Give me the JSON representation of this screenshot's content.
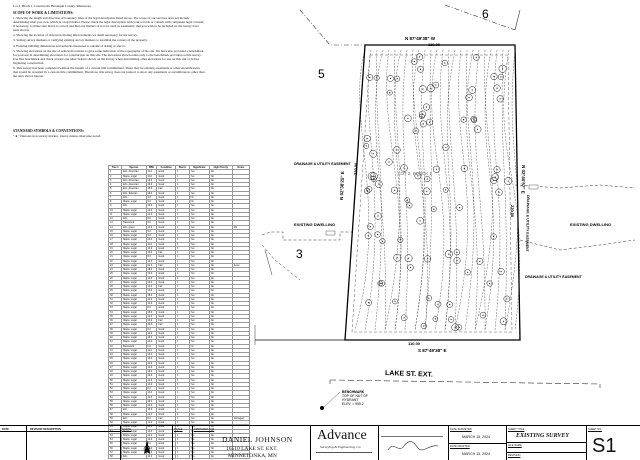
{
  "header": {
    "legal_line": "Lot 2, Block 1, Greenwold, Hennepin County, Minnesota."
  },
  "scope": {
    "title": "SCOPE OF WORK & LIMITATIONS:",
    "items": [
      "1.  Showing the length and direction of boundary lines of the legal description listed above. The scope of our services does not include determining what you own, which is a legal matter. Please check the legal description with your records or consult with competent legal counsel, if necessary, to make sure that it is correct and that any matters of record, such as easements, that you wish to be included on the survey have been shown.",
      "2.  Showing the location of observed existing improvements we deem necessary for the survey.",
      "3.  Setting survey markers or verifying existing survey markers to establish the corners of the property.",
      "4.  Existing building dimensions and setbacks measured to outside of siding or stucco.",
      "5.  Showing elevations on the site of selected locations to give some indication of the topography of the site. We have also provided a benchmark for your use in determining elevations for construction on this site. The elevations shown relate only to the benchmark provided on this survey. Use that benchmark and check at least one other feature shown on the survey when determining other elevations for use on this site or before beginning construction.",
      "6.  This survey has been completed without the benefit of a current title commitment. There may be existing easements or other encumbrances that would be revealed by a current title commitment. Therefore, this survey does not purport to show any easements or encumbrances other than the ones shown hereon."
    ]
  },
  "symbols": {
    "title": "STANDARD SYMBOLS & CONVENTIONS:",
    "item": "\" ● \" Denotes iron survey marker, found, unless otherwise noted."
  },
  "tree_table": {
    "headers": [
      "Tree #",
      "Species",
      "DBH",
      "Condition",
      "Stems",
      "Significant",
      "High Priority",
      "Notes"
    ],
    "rows": [
      [
        "1",
        "Elm, American",
        "11.0",
        "Good",
        "1",
        "Yes",
        "No",
        ""
      ],
      [
        "2",
        "Maple, sugar",
        "11.0",
        "Good",
        "1",
        "Yes",
        "No",
        ""
      ],
      [
        "3",
        "Elm, American",
        "16.0",
        "Good",
        "1",
        "Yes",
        "No",
        ""
      ],
      [
        "4",
        "Elm, American",
        "16.0",
        "Good",
        "1",
        "Yes",
        "No",
        ""
      ],
      [
        "5",
        "Elm, American",
        "15.0",
        "Fair",
        "1",
        "Yes",
        "No",
        ""
      ],
      [
        "6",
        "Elm, Siberian",
        "18.0",
        "Good",
        "1",
        "Yes",
        "No",
        ""
      ],
      [
        "7",
        "Elm",
        "6.0",
        "Good",
        "1",
        "No",
        "No",
        ""
      ],
      [
        "8",
        "Maple, sugar",
        "6.0",
        "Good",
        "1",
        "No",
        "No",
        ""
      ],
      [
        "9",
        "Elm",
        "10.0",
        "Good",
        "1",
        "Yes",
        "No",
        ""
      ],
      [
        "10",
        "Maple, sugar",
        "10.0",
        "Good",
        "1",
        "Yes",
        "No",
        ""
      ],
      [
        "11",
        "Maple, sugar",
        "12.0",
        "Good",
        "1",
        "Yes",
        "No",
        ""
      ],
      [
        "12",
        "Elm",
        "8.0",
        "Good",
        "1",
        "Yes",
        "No",
        ""
      ],
      [
        "13",
        "Basswood",
        "8.0",
        "Good",
        "1",
        "Yes",
        "No",
        ""
      ],
      [
        "14",
        "Elm, green",
        "14.0",
        "Good",
        "1",
        "Yes",
        "No",
        "dbl"
      ],
      [
        "15",
        "Maple, sugar",
        "9.0",
        "Good",
        "1",
        "Yes",
        "No",
        ""
      ],
      [
        "16",
        "Maple, sugar",
        "9.0",
        "Good",
        "1",
        "Yes",
        "No",
        ""
      ],
      [
        "17",
        "Maple, sugar",
        "10.0",
        "Good",
        "1",
        "Yes",
        "No",
        ""
      ],
      [
        "18",
        "Maple, sugar",
        "11.0",
        "Good",
        "1",
        "Yes",
        "No",
        ""
      ],
      [
        "19",
        "Maple, sugar",
        "12.0",
        "Good",
        "1",
        "Yes",
        "No",
        ""
      ],
      [
        "20",
        "Maple, sugar",
        "13.0",
        "Fair",
        "1",
        "Yes",
        "No",
        ""
      ],
      [
        "21",
        "Maple, sugar",
        "8.0",
        "Good",
        "1",
        "Yes",
        "No",
        ""
      ],
      [
        "22",
        "Maple, sugar",
        "10.0",
        "Good",
        "1",
        "Yes",
        "No",
        ""
      ],
      [
        "23",
        "Maple, sugar",
        "22.0",
        "Fair",
        "1",
        "Yes",
        "No",
        "fence"
      ],
      [
        "24",
        "Maple, sugar",
        "18.0",
        "Good",
        "1",
        "Yes",
        "No",
        ""
      ],
      [
        "25",
        "Maple, sugar",
        "10.0",
        "Good",
        "1",
        "Yes",
        "No",
        ""
      ],
      [
        "26",
        "Maple, sugar",
        "14.0",
        "Good",
        "1",
        "Yes",
        "No",
        ""
      ],
      [
        "27",
        "Maple, sugar",
        "16.0",
        "Good",
        "1",
        "Yes",
        "No",
        ""
      ],
      [
        "28",
        "Maple, sugar",
        "12.0",
        "Fair",
        "1",
        "Yes",
        "No",
        ""
      ],
      [
        "29",
        "Maple, sugar",
        "10.0",
        "Good",
        "1",
        "Yes",
        "No",
        ""
      ],
      [
        "30",
        "Maple, sugar",
        "18.0",
        "Good",
        "1",
        "Yes",
        "No",
        ""
      ],
      [
        "31",
        "Maple, sugar",
        "14.0",
        "Good",
        "1",
        "Yes",
        "No",
        ""
      ],
      [
        "32",
        "Maple, sugar",
        "10.0",
        "Good",
        "1",
        "Yes",
        "No",
        ""
      ],
      [
        "33",
        "Maple, sugar",
        "8.0",
        "Good",
        "1",
        "Yes",
        "No",
        ""
      ],
      [
        "34",
        "Maple, sugar",
        "18.0",
        "Good",
        "1",
        "Yes",
        "No",
        ""
      ],
      [
        "35",
        "Maple, sugar",
        "12.0",
        "Good",
        "1",
        "Yes",
        "No",
        ""
      ],
      [
        "36",
        "Maple, sugar",
        "10.0",
        "Fair",
        "1",
        "Yes",
        "No",
        ""
      ],
      [
        "37",
        "Maple, sugar",
        "20.0",
        "Fair",
        "1",
        "Yes",
        "No",
        ""
      ],
      [
        "38",
        "Maple, sugar",
        "8.0",
        "Good",
        "1",
        "Yes",
        "No",
        ""
      ],
      [
        "39",
        "Maple, sugar",
        "14.0",
        "Good",
        "1",
        "Yes",
        "No",
        ""
      ],
      [
        "40",
        "Maple, sugar",
        "16.0",
        "Good",
        "1",
        "Yes",
        "No",
        ""
      ],
      [
        "41",
        "Maple, sugar",
        "12.0",
        "Good",
        "1",
        "Yes",
        "No",
        ""
      ],
      [
        "42",
        "Basswood",
        "6.0",
        "Good",
        "1",
        "No",
        "No",
        ""
      ],
      [
        "43",
        "Maple, sugar",
        "11.0",
        "Good",
        "1",
        "Yes",
        "No",
        ""
      ],
      [
        "44",
        "Maple, sugar",
        "16.0",
        "Good",
        "1",
        "Yes",
        "No",
        ""
      ],
      [
        "45",
        "Maple, sugar",
        "10.0",
        "Good",
        "1",
        "Yes",
        "No",
        ""
      ],
      [
        "46",
        "Maple, sugar",
        "10.0",
        "Good",
        "1",
        "Yes",
        "No",
        ""
      ],
      [
        "47",
        "Maple, sugar",
        "10.0",
        "Good",
        "1",
        "Yes",
        "No",
        ""
      ],
      [
        "48",
        "Maple, sugar",
        "18.0",
        "Good",
        "1",
        "Yes",
        "No",
        ""
      ],
      [
        "49",
        "Maple, sugar",
        "10.0",
        "Good",
        "1",
        "Yes",
        "No",
        ""
      ],
      [
        "50",
        "Maple, sugar",
        "12.0",
        "Good",
        "1",
        "Yes",
        "No",
        ""
      ],
      [
        "51",
        "Maple, sugar",
        "14.0",
        "Good",
        "1",
        "Yes",
        "No",
        ""
      ],
      [
        "52",
        "Maple, sugar",
        "8.0",
        "Good",
        "1",
        "Yes",
        "No",
        ""
      ],
      [
        "53",
        "Maple, sugar",
        "10.0",
        "Good",
        "1",
        "Yes",
        "No",
        ""
      ],
      [
        "54",
        "Maple, sugar",
        "12.0",
        "Good",
        "1",
        "Yes",
        "No",
        ""
      ],
      [
        "55",
        "Maple, sugar",
        "18.0",
        "Good",
        "1",
        "Yes",
        "No",
        ""
      ],
      [
        "56",
        "Maple, sugar",
        "10.0",
        "Good",
        "1",
        "Yes",
        "No",
        ""
      ],
      [
        "57",
        "Elm",
        "16.0",
        "Good",
        "1",
        "Yes",
        "No",
        ""
      ],
      [
        "58",
        "Maple, sugar",
        "12.0",
        "Good",
        "1",
        "Yes",
        "No",
        ""
      ],
      [
        "59",
        "Elm",
        "8.0",
        "Fair",
        "1",
        "Yes",
        "No",
        "damaged"
      ],
      [
        "60",
        "Maple, sugar",
        "12.0",
        "Good",
        "1",
        "Yes",
        "No",
        ""
      ],
      [
        "61",
        "Maple, sugar",
        "14.0",
        "Good",
        "1",
        "Yes",
        "No",
        ""
      ],
      [
        "62",
        "Maple, sugar",
        "10.0",
        "Good",
        "1",
        "Yes",
        "No",
        ""
      ],
      [
        "63",
        "Maple, sugar",
        "12.0",
        "Good",
        "1",
        "Yes",
        "No",
        ""
      ],
      [
        "64",
        "Maple, sugar",
        "10.0",
        "Good",
        "1",
        "Yes",
        "No",
        ""
      ],
      [
        "65",
        "Maple, sugar",
        "8.0",
        "Good",
        "1",
        "Yes",
        "No",
        ""
      ],
      [
        "66",
        "Maple, sugar",
        "12.0",
        "Good",
        "1",
        "Yes",
        "No",
        ""
      ],
      [
        "67",
        "Maple, sugar",
        "10.0",
        "Good",
        "1",
        "Yes",
        "No",
        ""
      ],
      [
        "68",
        "Elm",
        "10.0",
        "Good",
        "1",
        "Yes",
        "No",
        ""
      ]
    ]
  },
  "plan": {
    "neighbor_top": "6",
    "neighbor_left": "5",
    "neighbor_bottom_left": "3",
    "bearing_top": "N 87°49'38\" W",
    "dist_top": "110.00",
    "bearing_west": "N 02°38'25\" E",
    "dist_west": "220.00",
    "bearing_east": "N 02°40'57\" E",
    "dist_east": "220.00",
    "bearing_bottom": "S 87°49'38\" E",
    "dist_bottom": "110.00",
    "easement_1": "DRAINAGE & UTILITY EASEMENT",
    "easement_2": "DRAINAGE & UTILITY EASEMENT",
    "easement_3": "DRAINAGE & UTILITY EASEMENT",
    "existing_left": "EXISTING DWELLING",
    "existing_right": "EXISTING DWELLING",
    "lot_label": "LOT 2, BLOCK 1",
    "street": "LAKE  ST.  EXT.",
    "benchmark_title": "BENCHMARK",
    "benchmark_line1": "TOP OF NUT OF",
    "benchmark_line2": "HYDRANT",
    "benchmark_elev": "ELEV. = 995.2"
  },
  "title_block": {
    "date_label": "DATE",
    "revision_label": "REVISION DESCRIPTION",
    "north_label": "NORTH",
    "scale_label": "SCALE",
    "prepared_for_label": "PREPARED FOR",
    "client_name": "DANIEL  JOHNSON",
    "client_addr1": "16510 LAKE ST. EXT.",
    "client_addr2": "MINNETONKA, MN",
    "company_name": "Advance",
    "company_sub": "Surveying & Engineering, Co.",
    "surveyed_label": "DATE SURVEYED",
    "surveyed_date": "MARCH 15, 2024",
    "drafted_label": "DATE DRAFTED",
    "drafted_date": "MARCH 15, 2024",
    "sheet_title_label": "SHEET TITLE",
    "sheet_title": "EXISTING  SURVEY",
    "sheet_no_label": "SHEET NO.",
    "sheet_no": "S1",
    "file_label": "FILE NAME",
    "revision_small_label": "REVISION"
  }
}
